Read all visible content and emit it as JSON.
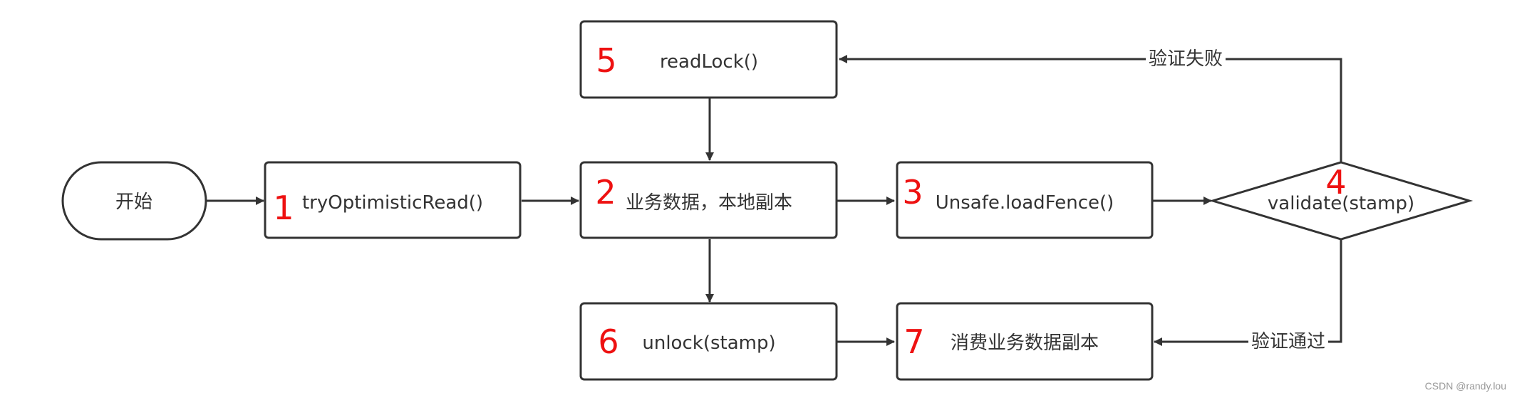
{
  "nodes": {
    "start": {
      "label": "开始"
    },
    "try_optimistic_read": {
      "label": "tryOptimisticRead()",
      "step": "1"
    },
    "local_copy": {
      "label": "业务数据，本地副本",
      "step": "2"
    },
    "load_fence": {
      "label": "Unsafe.loadFence()",
      "step": "3"
    },
    "validate": {
      "label": "validate(stamp)",
      "step": "4"
    },
    "read_lock": {
      "label": "readLock()",
      "step": "5"
    },
    "unlock": {
      "label": "unlock(stamp)",
      "step": "6"
    },
    "consume": {
      "label": "消费业务数据副本",
      "step": "7"
    }
  },
  "edges": {
    "validate_fail": {
      "label": "验证失败"
    },
    "validate_pass": {
      "label": "验证通过"
    }
  },
  "watermark": "CSDN @randy.lou",
  "colors": {
    "stroke": "#333333",
    "step_number": "#ee1111",
    "fill": "#ffffff"
  }
}
